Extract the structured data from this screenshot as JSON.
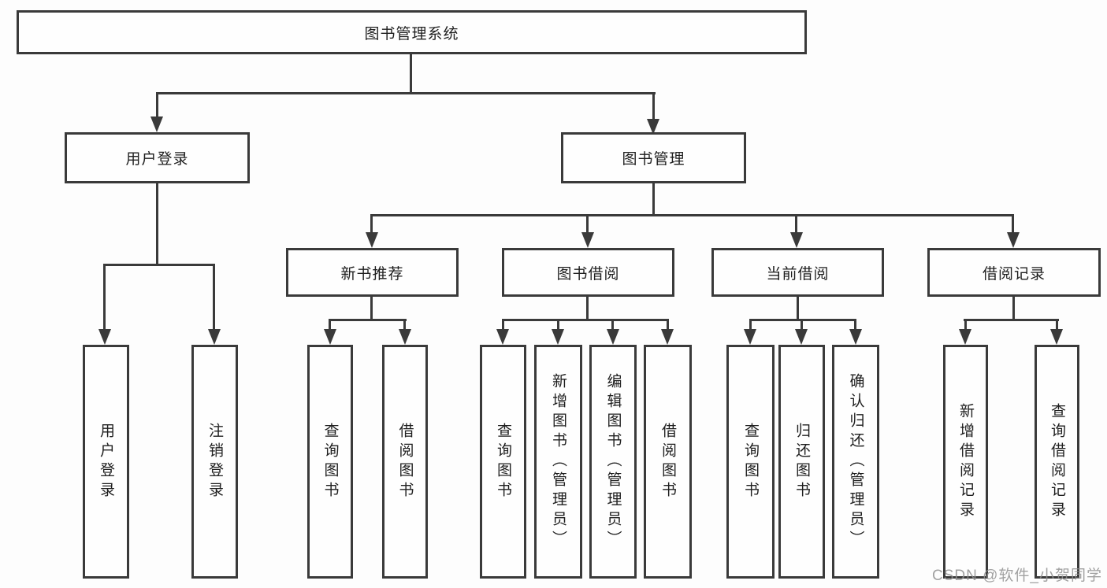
{
  "diagram": {
    "root": {
      "label": "图书管理系统"
    },
    "level2": [
      {
        "label": "用户登录",
        "children": [
          "用户登录",
          "注销登录"
        ]
      },
      {
        "label": "图书管理"
      }
    ],
    "level3": [
      {
        "label": "新书推荐",
        "children": [
          "查询图书",
          "借阅图书"
        ]
      },
      {
        "label": "图书借阅",
        "children": [
          "查询图书",
          "新增图书（管理员）",
          "编辑图书（管理员）",
          "借阅图书"
        ]
      },
      {
        "label": "当前借阅",
        "children": [
          "查询图书",
          "归还图书",
          "确认归还（管理员）"
        ]
      },
      {
        "label": "借阅记录",
        "children": [
          "新增借阅记录",
          "查询借阅记录"
        ]
      }
    ],
    "watermark": "CSDN @软件_小贺同学"
  },
  "colors": {
    "line": "#3a3a3a",
    "text": "#1e1e1e",
    "watermark": "#919191",
    "background": "#fdfdfd"
  }
}
